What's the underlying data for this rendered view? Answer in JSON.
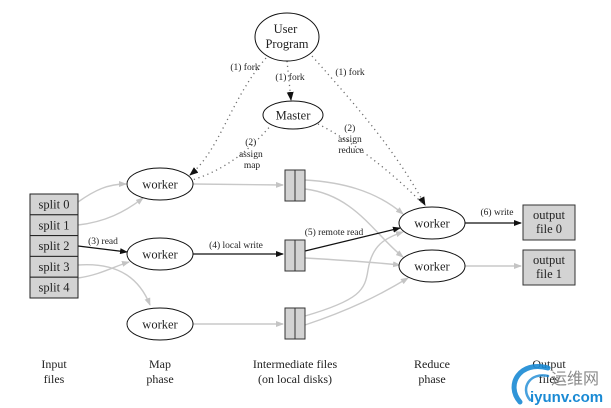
{
  "diagram": {
    "title": "MapReduce execution overview",
    "nodes": {
      "user_program": "User\nProgram",
      "master": "Master",
      "map_workers": [
        "worker",
        "worker",
        "worker"
      ],
      "reduce_workers": [
        "worker",
        "worker"
      ],
      "splits": [
        "split 0",
        "split 1",
        "split 2",
        "split 3",
        "split 4"
      ],
      "output_files": [
        "output\nfile 0",
        "output\nfile 1"
      ]
    },
    "edge_labels": {
      "fork_left": "(1) fork",
      "fork_center": "(1) fork",
      "fork_right": "(1) fork",
      "assign_map": "(2)\nassign\nmap",
      "assign_reduce": "(2)\nassign\nreduce",
      "read": "(3) read",
      "local_write": "(4) local write",
      "remote_read": "(5) remote read",
      "write": "(6) write"
    },
    "phase_captions": [
      "Input\nfiles",
      "Map\nphase",
      "Intermediate files\n(on local disks)",
      "Reduce\nphase",
      "Output\nfiles"
    ],
    "colors": {
      "box_fill": "#d3d3d3",
      "dark_edge": "#111111",
      "light_edge": "#c8c8c8",
      "dotted_edge": "#777777",
      "watermark_blue": "#1a8ad4"
    }
  },
  "watermark": {
    "cn_text": "运维网",
    "url_text": "iyunv.com"
  }
}
